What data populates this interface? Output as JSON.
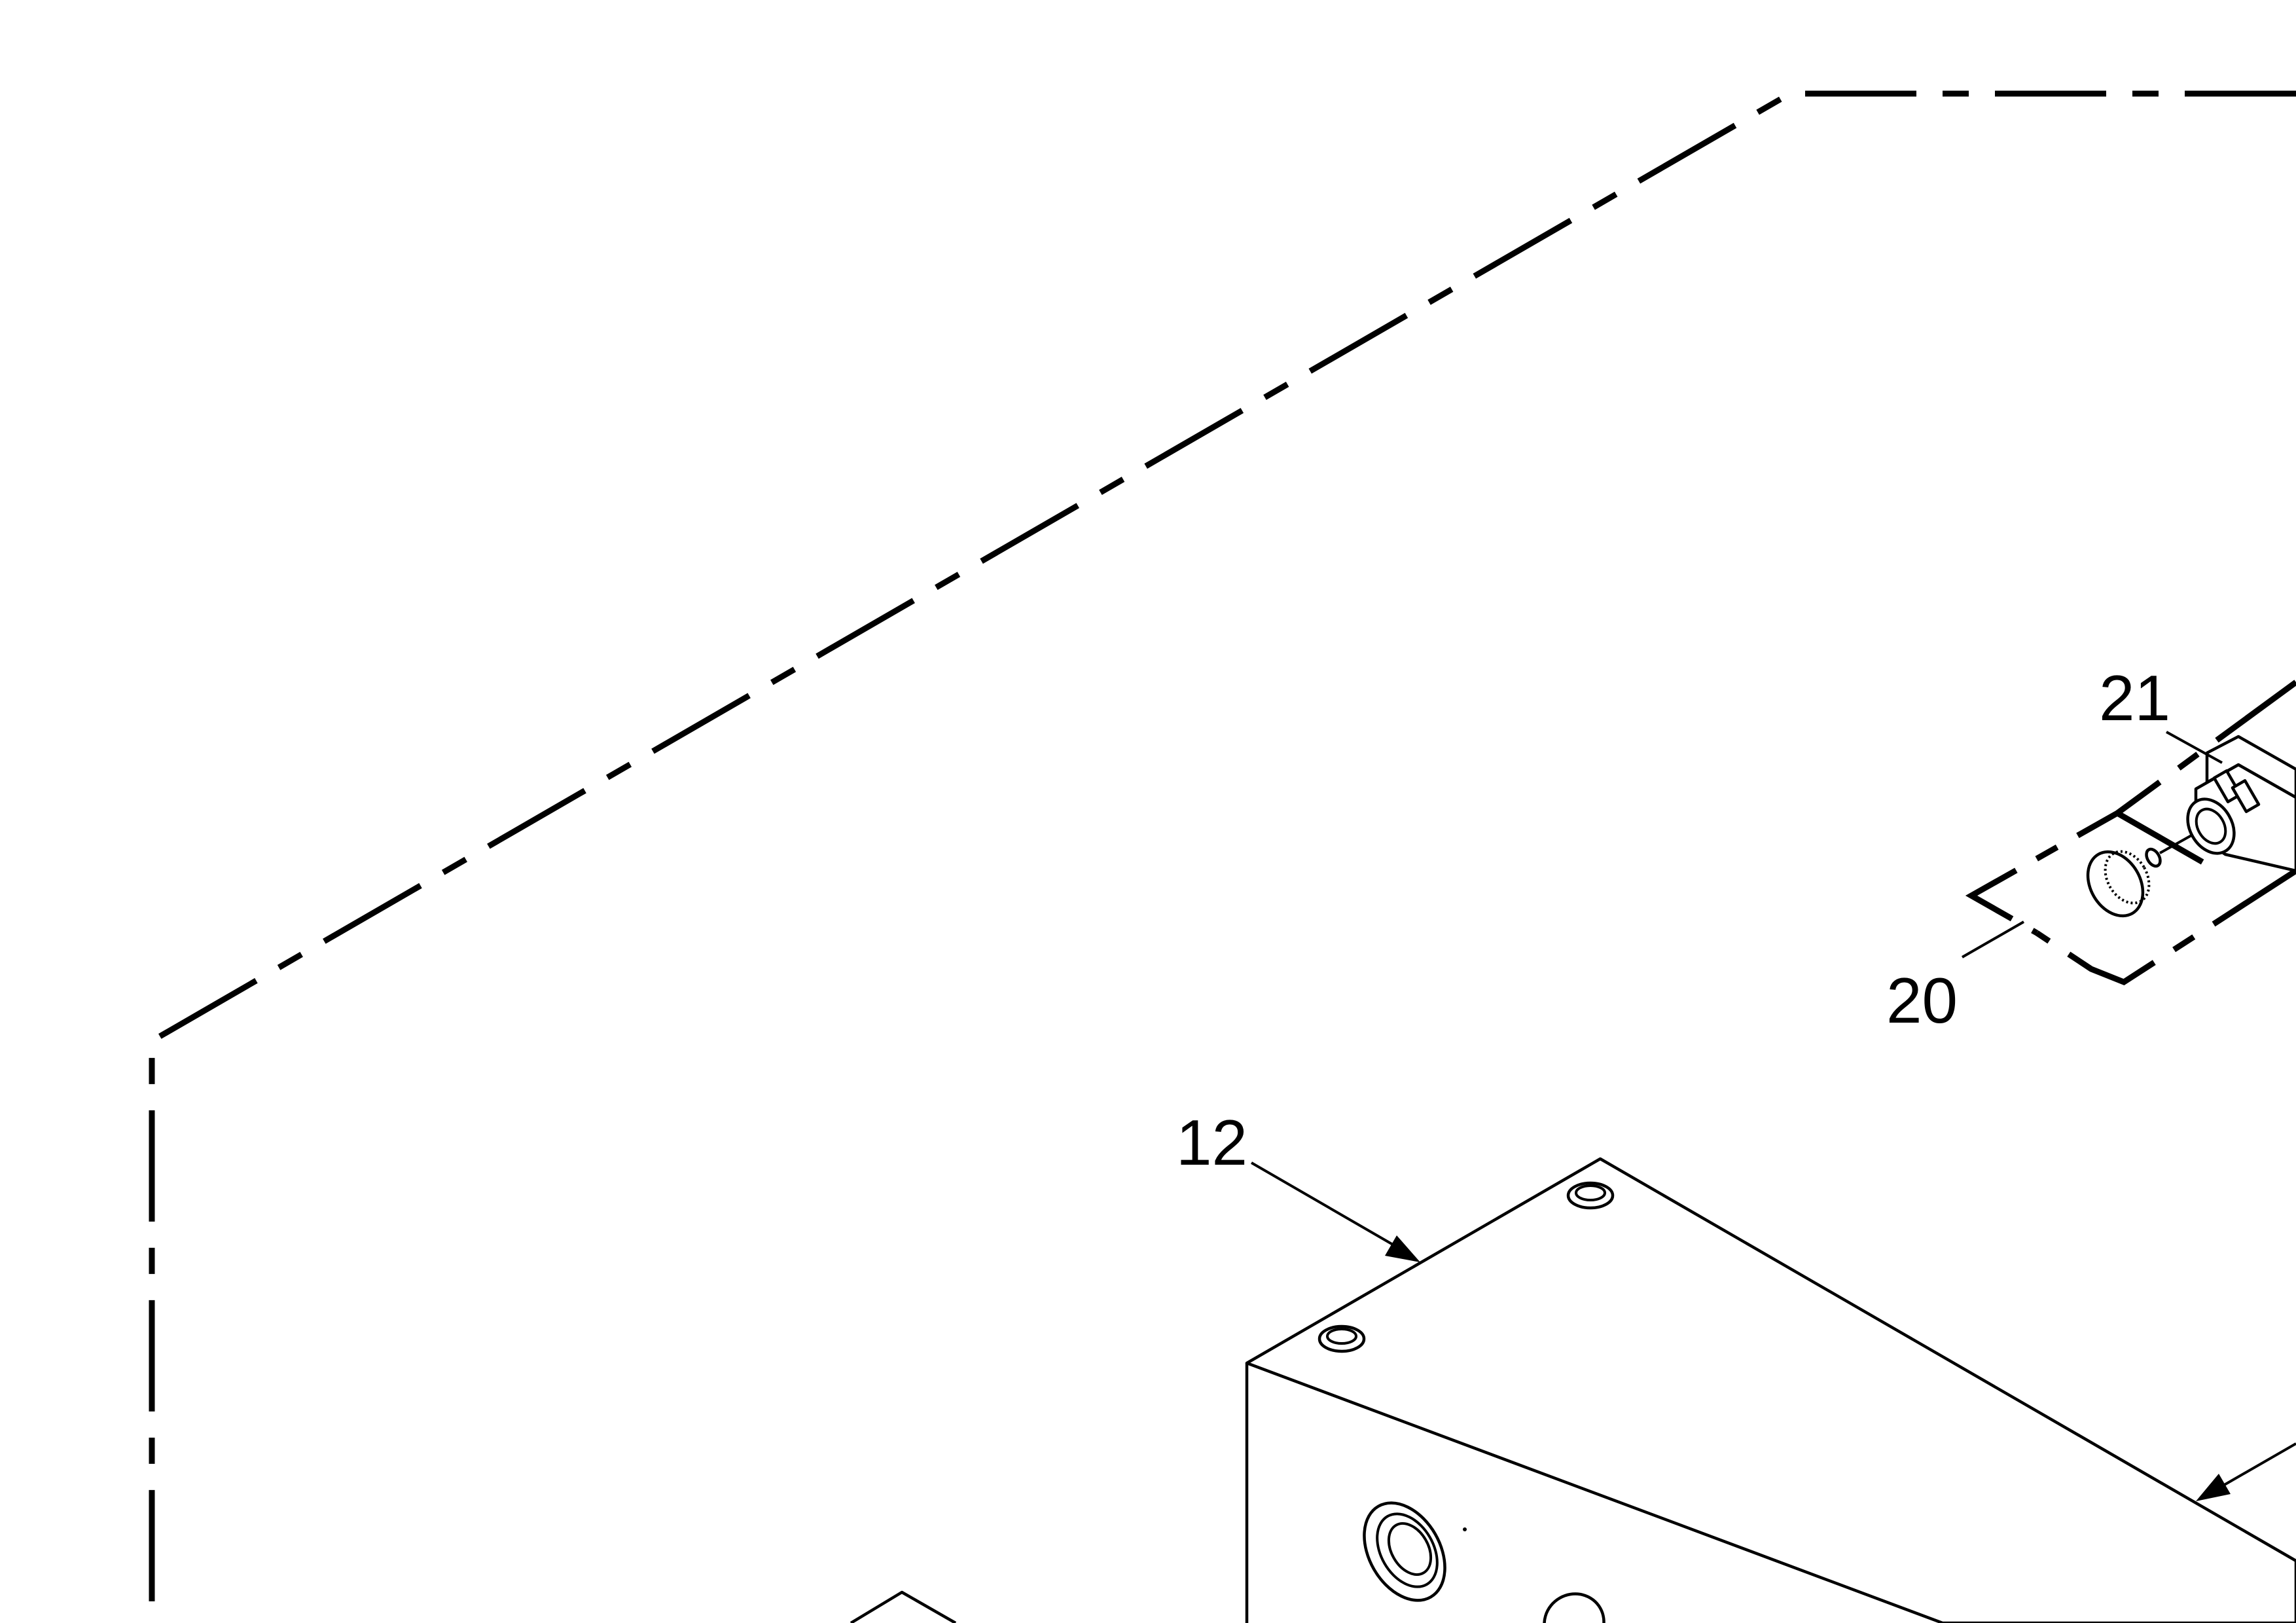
{
  "drawing": {
    "line_color": "#000000",
    "background": "#ffffff",
    "callouts": [
      {
        "id": "c12",
        "label": "12"
      },
      {
        "id": "c20",
        "label": "20"
      },
      {
        "id": "c21",
        "label": "21"
      }
    ]
  }
}
